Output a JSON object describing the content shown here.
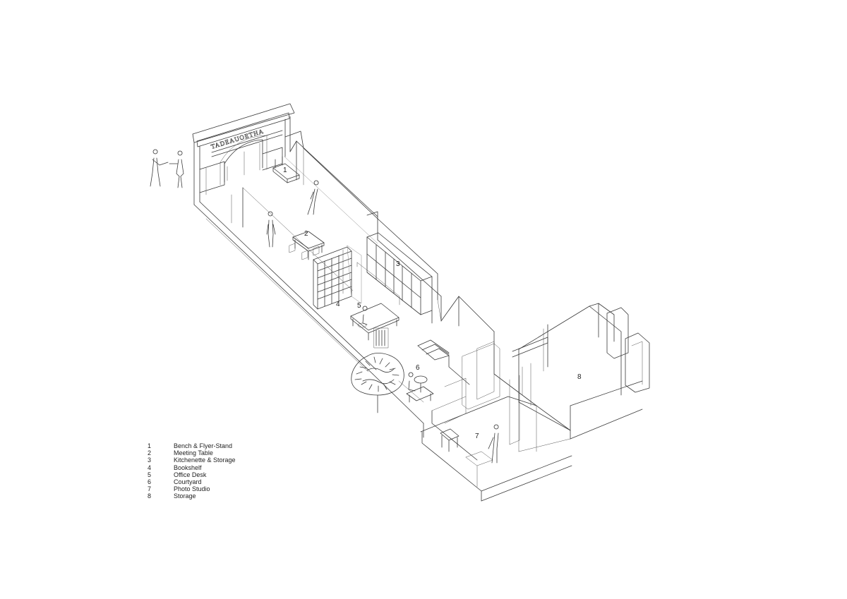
{
  "storefront_sign": "TADEAUOETHA",
  "room_labels": [
    "1",
    "2",
    "3",
    "4",
    "5",
    "6",
    "7",
    "8"
  ],
  "legend": [
    {
      "number": "1",
      "label": "Bench & Flyer-Stand"
    },
    {
      "number": "2",
      "label": "Meeting Table"
    },
    {
      "number": "3",
      "label": "Kitchenette & Storage"
    },
    {
      "number": "4",
      "label": "Bookshelf"
    },
    {
      "number": "5",
      "label": "Office Desk"
    },
    {
      "number": "6",
      "label": "Courtyard"
    },
    {
      "number": "7",
      "label": "Photo Studio"
    },
    {
      "number": "8",
      "label": "Storage"
    }
  ]
}
